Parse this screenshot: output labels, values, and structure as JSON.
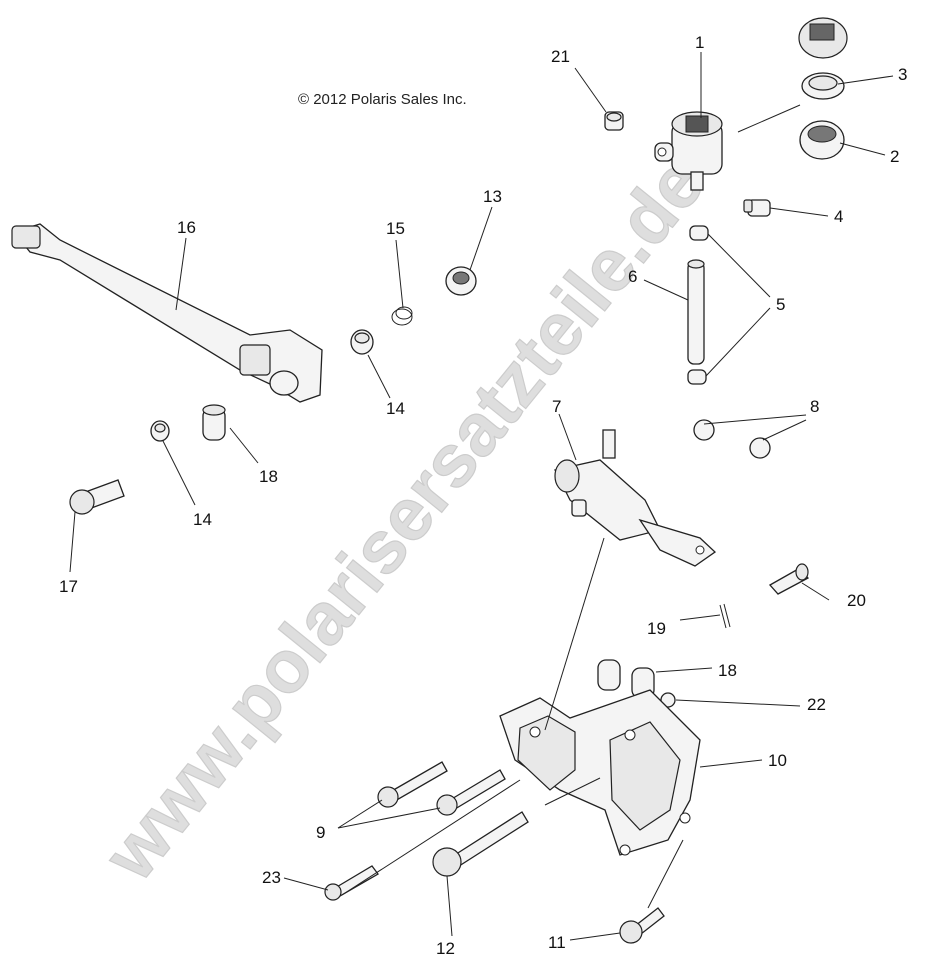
{
  "copyright": "© 2012 Polaris Sales Inc.",
  "watermark": "www.polarisersatzteile.de",
  "callouts": {
    "c1": "1",
    "c2": "2",
    "c3": "3",
    "c4": "4",
    "c5": "5",
    "c6": "6",
    "c7": "7",
    "c8": "8",
    "c9": "9",
    "c10": "10",
    "c11": "11",
    "c12": "12",
    "c13": "13",
    "c14a": "14",
    "c14b": "14",
    "c15": "15",
    "c16": "16",
    "c17": "17",
    "c18a": "18",
    "c18b": "18",
    "c19": "19",
    "c20": "20",
    "c21": "21",
    "c22": "22",
    "c23": "23"
  }
}
